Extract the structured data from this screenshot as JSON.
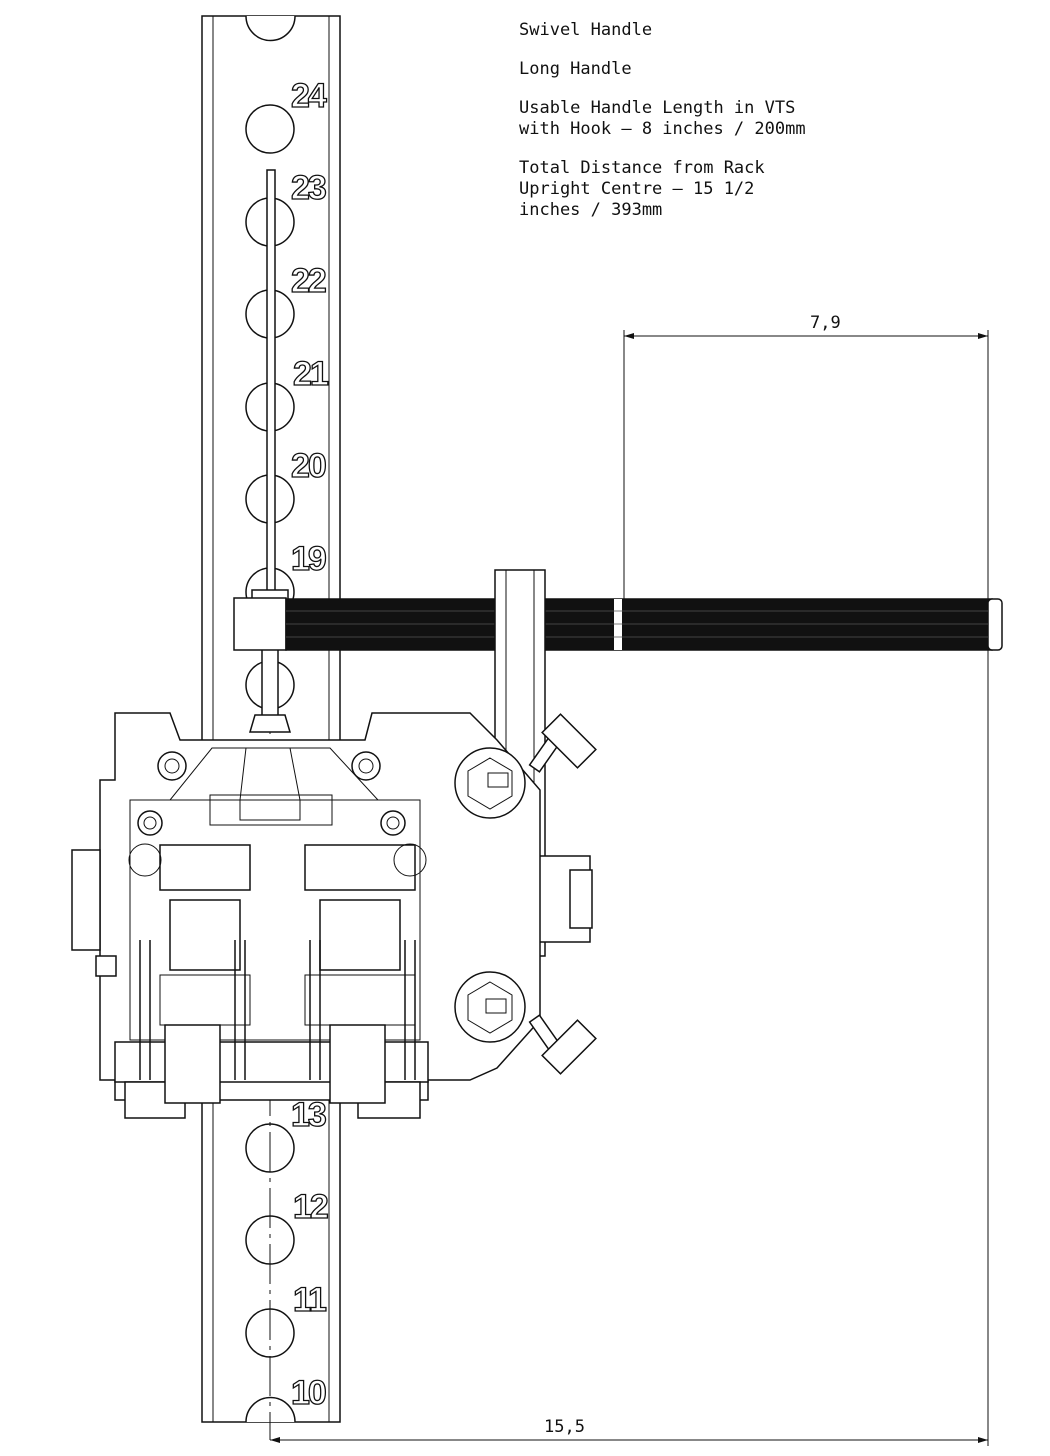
{
  "notes": {
    "swivel_handle": "Swivel Handle",
    "long_handle": "Long Handle",
    "usable_length": "Usable Handle Length in VTS\nwith Hook – 8 inches /  200mm",
    "total_distance": "Total Distance from Rack\nUpright Centre – 15 1/2\ninches / 393mm"
  },
  "dimensions": {
    "handle_length": "7,9",
    "total_distance": "15,5"
  },
  "rack_numbers": [
    "24",
    "23",
    "22",
    "21",
    "20",
    "19",
    "13",
    "12",
    "11",
    "10"
  ]
}
